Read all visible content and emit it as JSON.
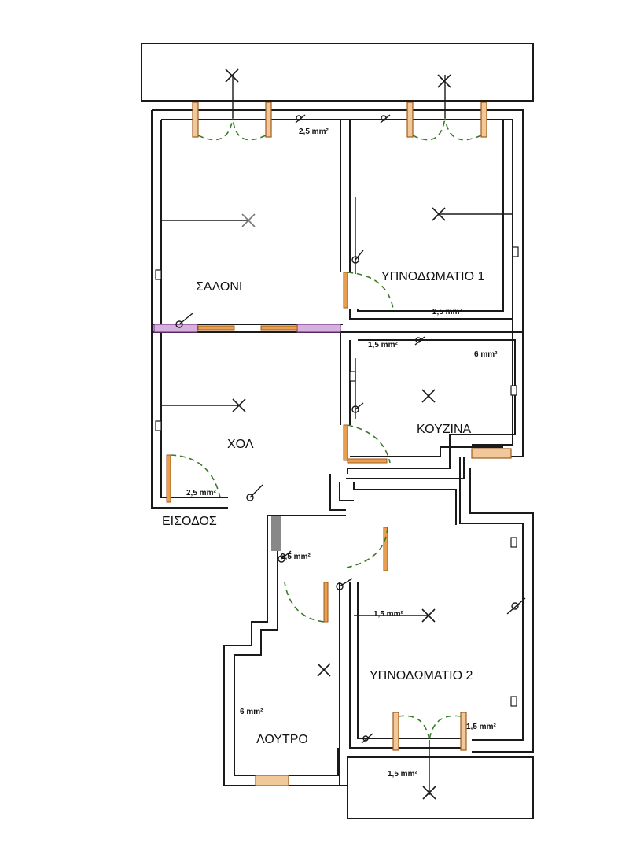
{
  "rooms": {
    "saloni": "ΣΑΛΟΝΙ",
    "ypnodomatio1": "ΥΠΝΟΔΩΜΑΤΙΟ 1",
    "hol": "ΧΟΛ",
    "kouzina": "ΚΟΥΖΙΝΑ",
    "eisodos": "ΕΙΣΟΔΟΣ",
    "ypnodomatio2": "ΥΠΝΟΔΩΜΑΤΙΟ 2",
    "loutro": "ΛΟΥΤΡΟ"
  },
  "wire_labels": {
    "saloni_top": "2,5 mm²",
    "ypno1_bottom": "2,5 mm²",
    "kouzina_left": "1,5 mm²",
    "kouzina_right": "6 mm²",
    "hol_entry": "2,5 mm²",
    "corridor": "2,5 mm²",
    "ypno2_mid": "1,5 mm²",
    "loutro": "6 mm²",
    "ypno2_bottom_right": "1,5 mm²",
    "balcony_bottom": "1,5 mm²"
  },
  "colors": {
    "wall": "#1a1a1a",
    "door_leaf": "#e8a050",
    "door_arc": "#3a7a2a",
    "window": "#f0c89a",
    "window_purple": "#d7b0e0"
  }
}
